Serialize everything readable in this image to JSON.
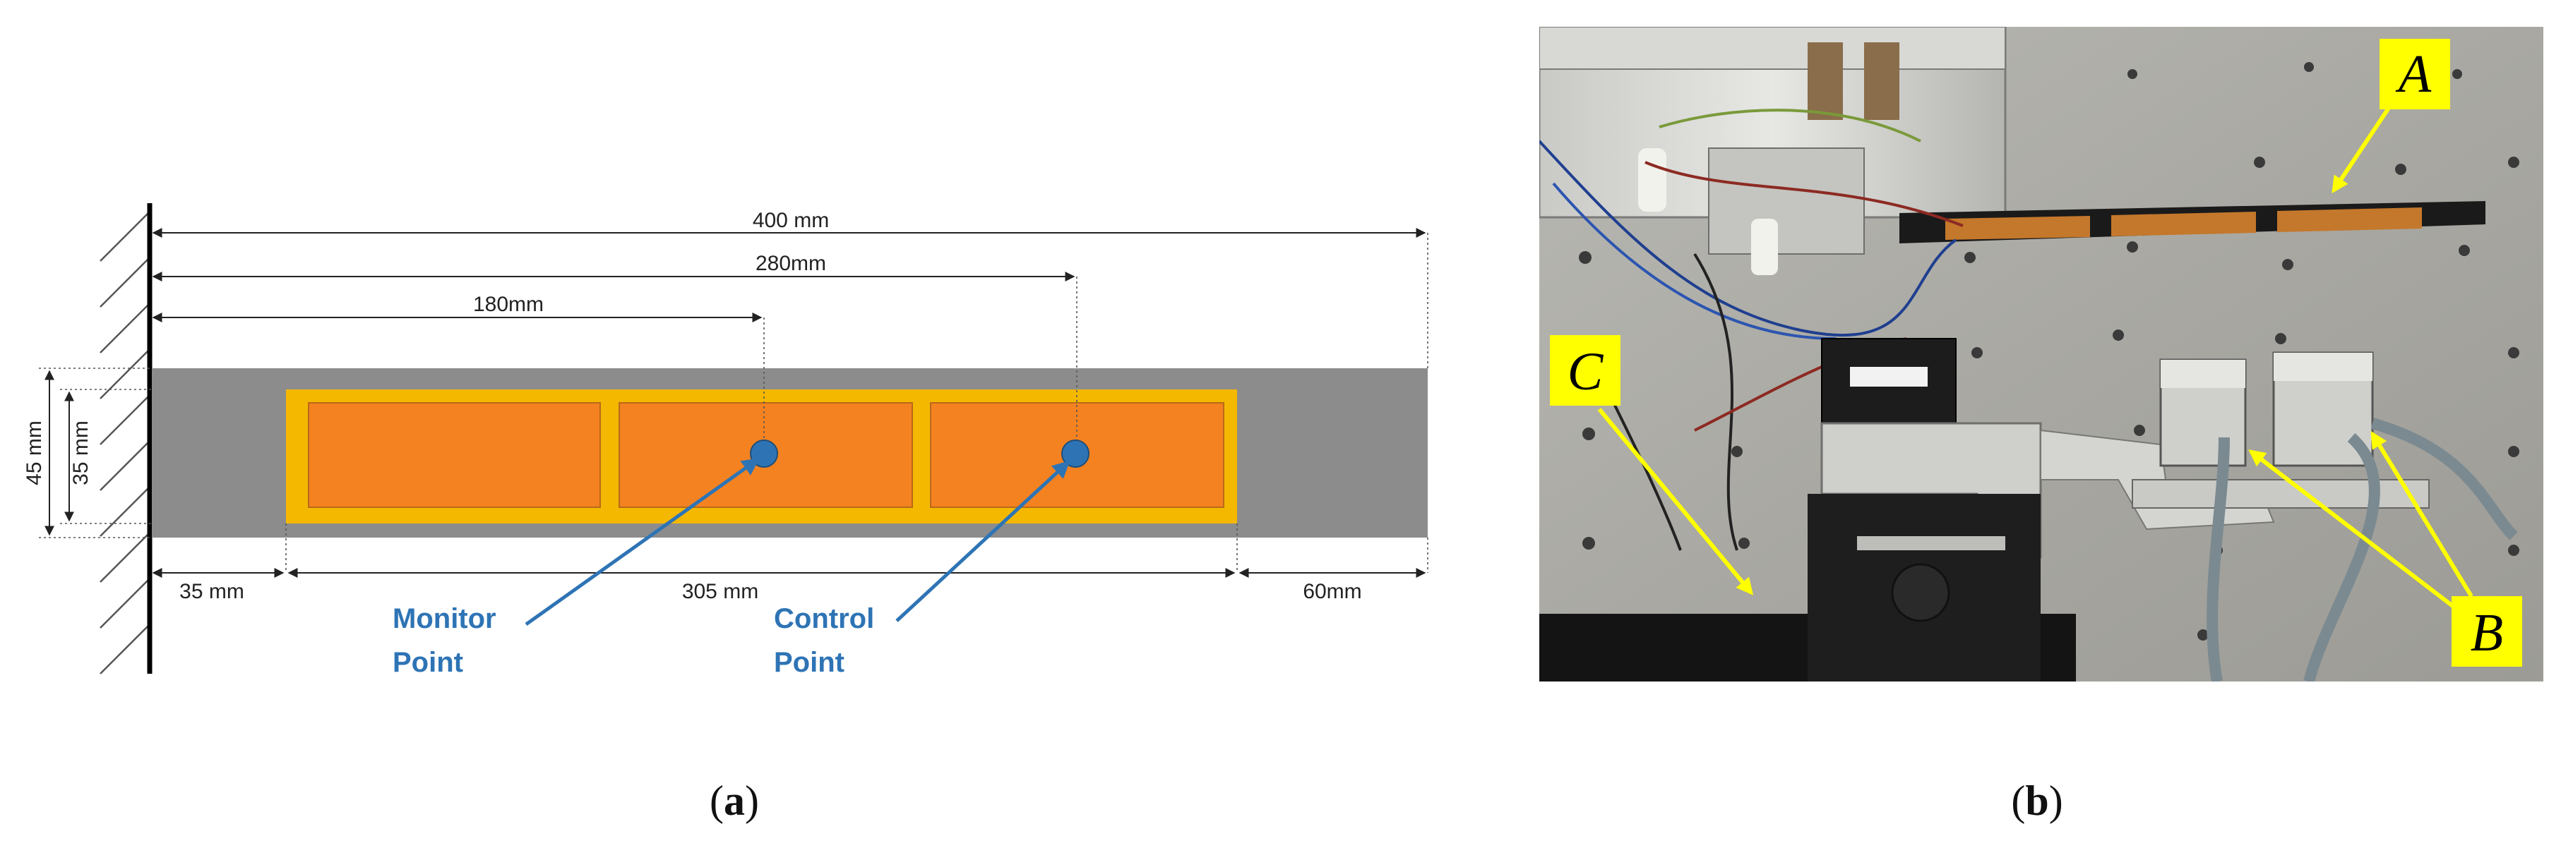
{
  "panel_a": {
    "caption_open": "(",
    "caption_letter": "a",
    "caption_close": ")",
    "dimensions": {
      "total_length": "400 mm",
      "control_distance": "280mm",
      "monitor_distance": "180mm",
      "beam_width": "45 mm",
      "patch_width": "35 mm",
      "clamp_offset": "35 mm",
      "patch_length": "305 mm",
      "free_end": "60mm"
    },
    "monitor_label": [
      "Monitor",
      "Point"
    ],
    "control_label": [
      "Control",
      "Point"
    ],
    "colors": {
      "beam": "#8c8c8c",
      "patch_border": "#f5b800",
      "patch": "#f58220",
      "point": "#2e74b5"
    }
  },
  "panel_b": {
    "caption_open": "(",
    "caption_letter": "b",
    "caption_close": ")",
    "labels": {
      "a": "A",
      "b": "B",
      "c": "C"
    },
    "label_colors": {
      "box": "#ffff00",
      "arrow": "#ffff00"
    }
  }
}
